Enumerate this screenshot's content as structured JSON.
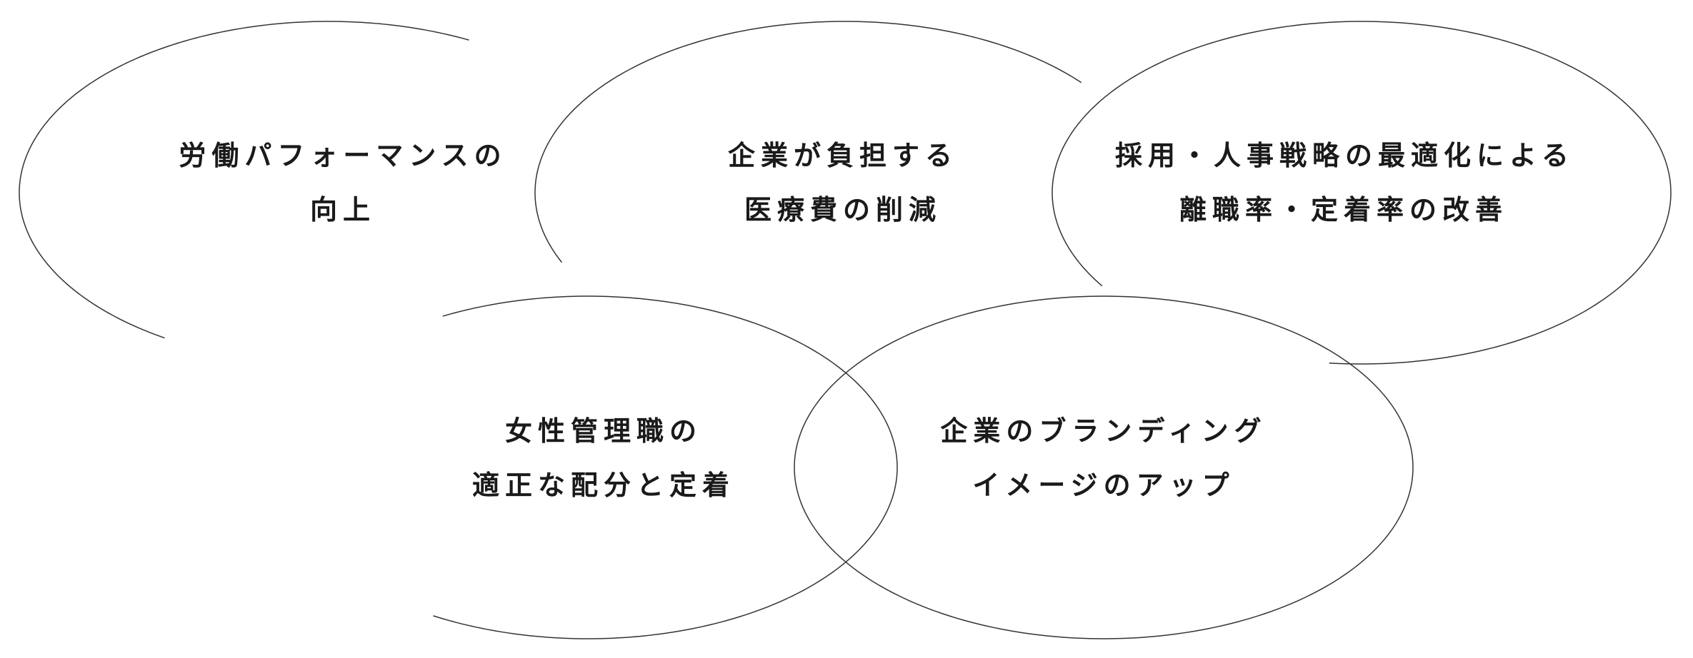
{
  "colors": {
    "background": "#ffffff",
    "outline": "#333333",
    "text": "#1a1a1a"
  },
  "circles": [
    {
      "id": "labor-performance",
      "lines": [
        "労働パフォーマンスの",
        "向上"
      ]
    },
    {
      "id": "medical-cost",
      "lines": [
        "企業が負担する",
        "医療費の削減"
      ]
    },
    {
      "id": "hr-strategy",
      "lines": [
        "採用・人事戦略の最適化による",
        "離職率・定着率の改善"
      ]
    },
    {
      "id": "female-managers",
      "lines": [
        "女性管理職の",
        "適正な配分と定着"
      ]
    },
    {
      "id": "branding",
      "lines": [
        "企業のブランディング",
        "イメージのアップ"
      ]
    }
  ]
}
